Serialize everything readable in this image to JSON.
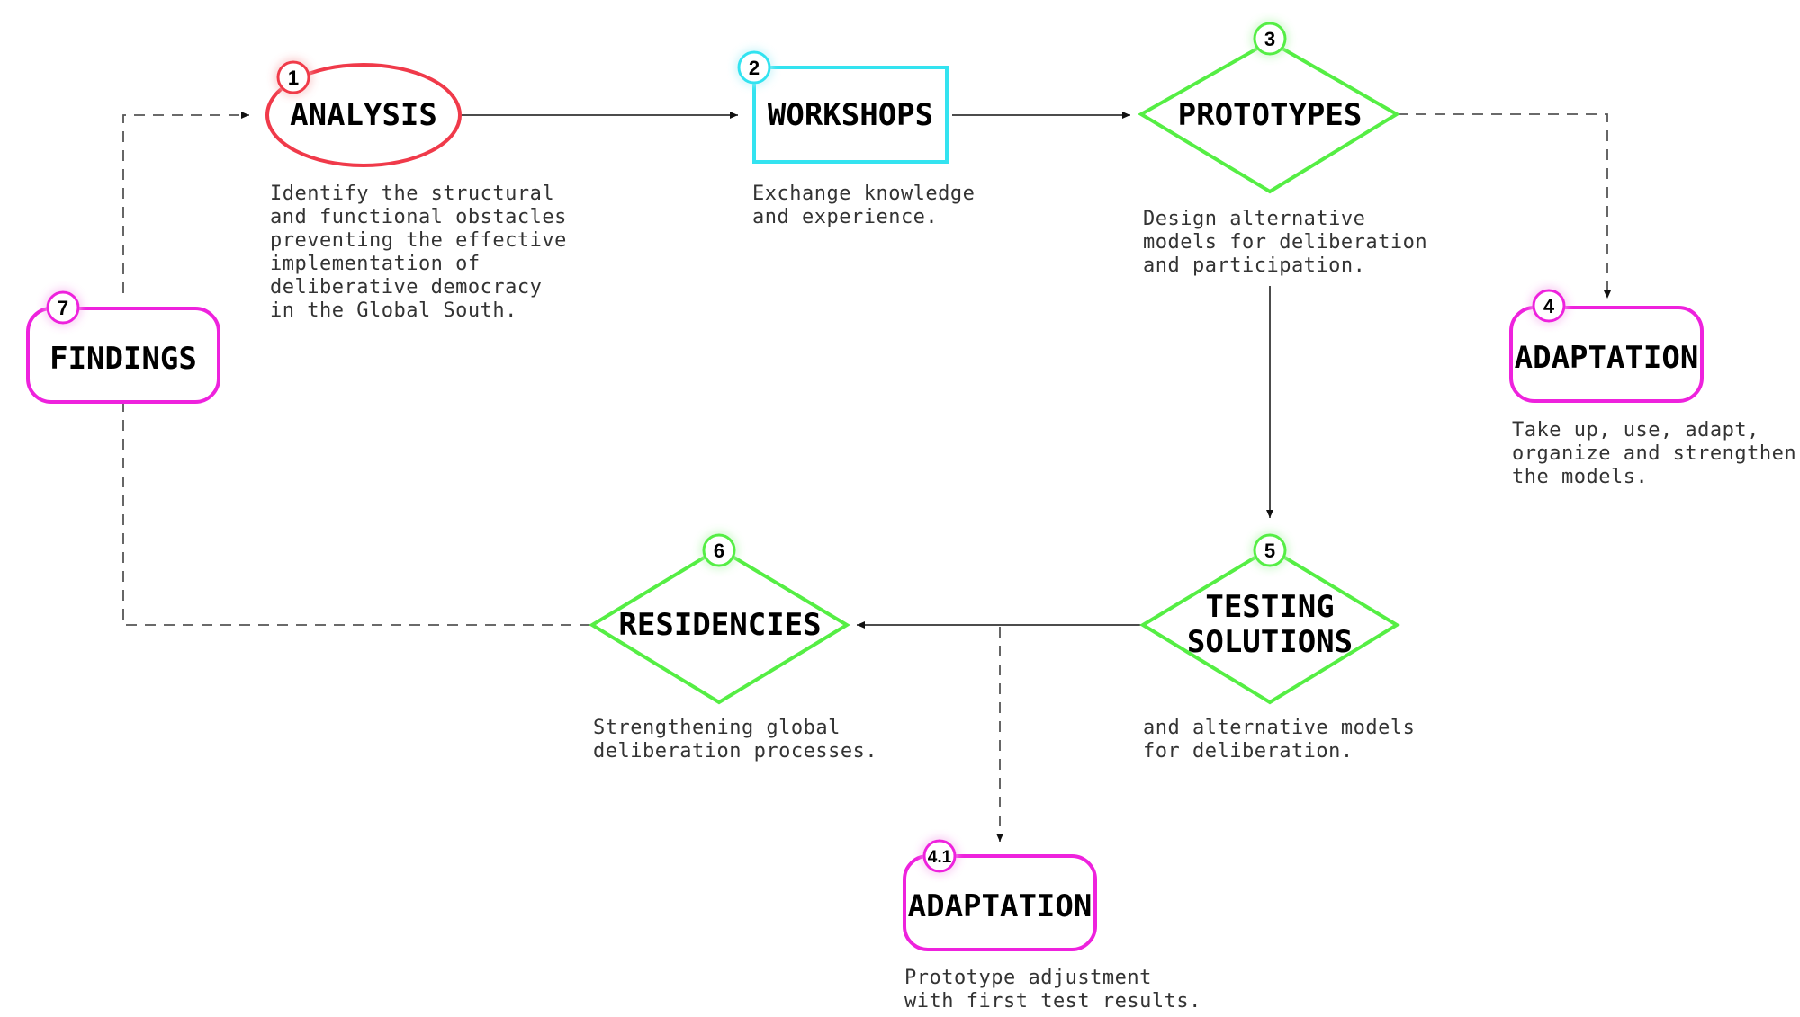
{
  "colors": {
    "analysis": "#f03a4a",
    "workshops": "#33e3f0",
    "green": "#55ee44",
    "magenta": "#ee22dd"
  },
  "nodes": {
    "analysis": {
      "badge": "1",
      "label": "ANALYSIS"
    },
    "workshops": {
      "badge": "2",
      "label": "WORKSHOPS"
    },
    "prototypes": {
      "badge": "3",
      "label": "PROTOTYPES"
    },
    "adaptation4": {
      "badge": "4",
      "label": "ADAPTATION"
    },
    "testing": {
      "badge": "5",
      "label_line1": "TESTING",
      "label_line2": "SOLUTIONS"
    },
    "residencies": {
      "badge": "6",
      "label": "RESIDENCIES"
    },
    "findings": {
      "badge": "7",
      "label": "FINDINGS"
    },
    "adaptation41": {
      "badge": "4.1",
      "label": "ADAPTATION"
    }
  },
  "descriptions": {
    "analysis": [
      "Identify the structural",
      "and functional obstacles",
      "preventing the effective",
      "implementation of",
      "deliberative democracy",
      "in the Global South."
    ],
    "workshops": [
      "Exchange knowledge",
      "and experience."
    ],
    "prototypes": [
      "Design alternative",
      "models for deliberation",
      "and participation."
    ],
    "adaptation4": [
      "Take up, use, adapt,",
      "organize and strengthen",
      "the models."
    ],
    "testing": [
      "and alternative models",
      "for deliberation."
    ],
    "residencies": [
      "Strengthening global",
      "deliberation processes."
    ],
    "adaptation41": [
      "Prototype adjustment",
      "with first test results."
    ]
  }
}
